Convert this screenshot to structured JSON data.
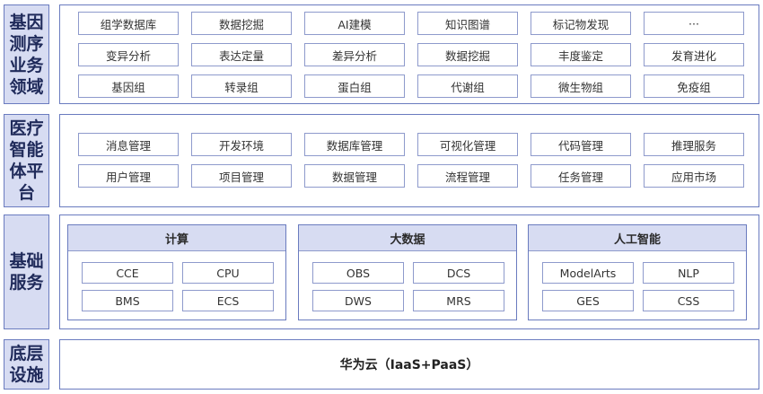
{
  "rows": {
    "gene": {
      "label": "基因测序业务领域",
      "items": [
        "组学数据库",
        "数据挖掘",
        "AI建模",
        "知识图谱",
        "标记物发现",
        "···",
        "变异分析",
        "表达定量",
        "差异分析",
        "数据挖掘",
        "丰度鉴定",
        "发育进化",
        "基因组",
        "转录组",
        "蛋白组",
        "代谢组",
        "微生物组",
        "免疫组"
      ]
    },
    "medical": {
      "label": "医疗智能体平台",
      "items": [
        "消息管理",
        "开发环境",
        "数据库管理",
        "可视化管理",
        "代码管理",
        "推理服务",
        "用户管理",
        "项目管理",
        "数据管理",
        "流程管理",
        "任务管理",
        "应用市场"
      ]
    },
    "infra": {
      "label": "基础服务",
      "groups": [
        {
          "title": "计算",
          "items": [
            "CCE",
            "CPU",
            "BMS",
            "ECS"
          ]
        },
        {
          "title": "大数据",
          "items": [
            "OBS",
            "DCS",
            "DWS",
            "MRS"
          ]
        },
        {
          "title": "人工智能",
          "items": [
            "ModelArts",
            "NLP",
            "GES",
            "CSS"
          ]
        }
      ]
    },
    "base": {
      "label": "底层设施",
      "text": "华为云（IaaS+PaaS）"
    }
  }
}
